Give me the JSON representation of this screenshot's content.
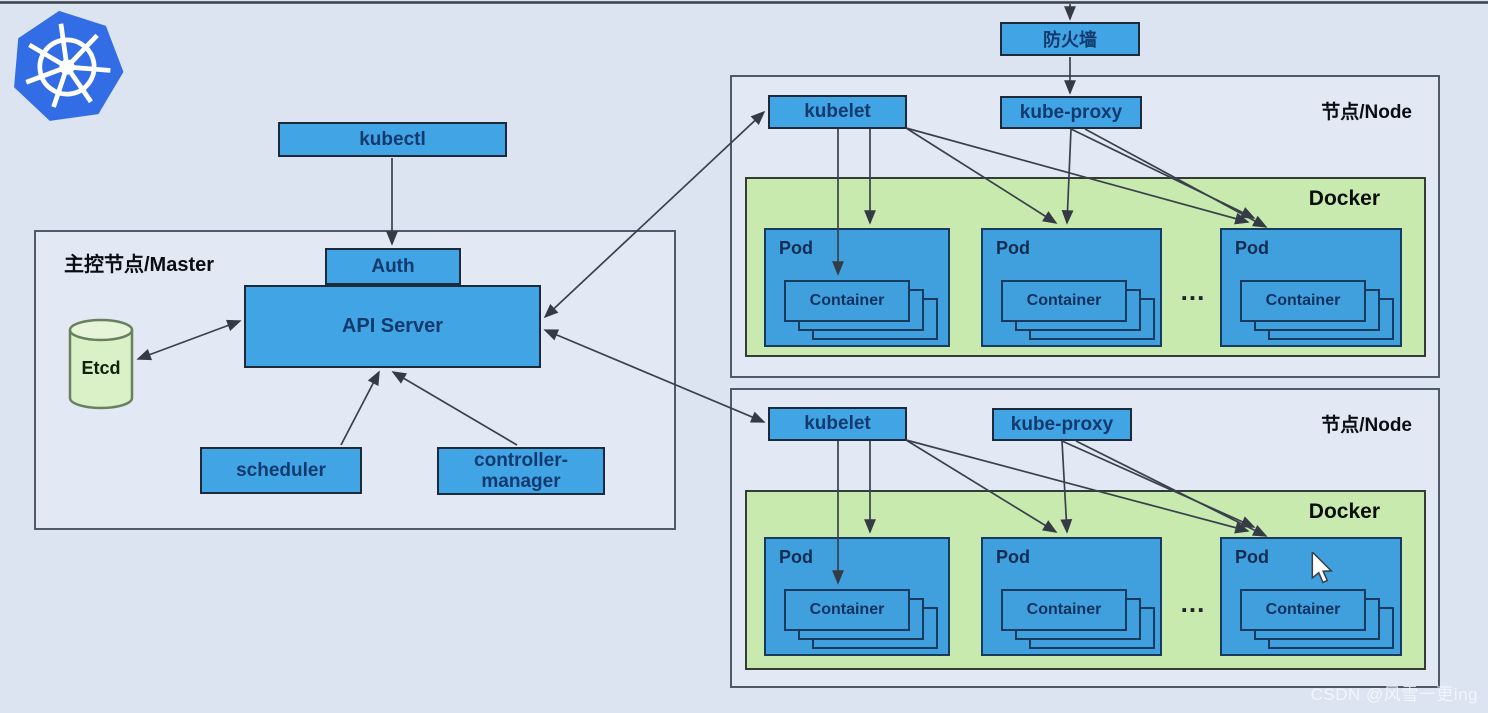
{
  "watermark": "CSDN @风雪一更ing",
  "colors": {
    "background": "#dbe4f0",
    "box_blue": "#41a4e5",
    "pod_blue": "#3fa0dd",
    "docker_green": "#c8eaae",
    "etcd_green": "#daf0c6",
    "kubernetes_blue": "#326de6",
    "border_dark": "#1d2a3a",
    "text_navy": "#123a6e"
  },
  "firewall": {
    "label": "防火墙"
  },
  "master": {
    "title": "主控节点/Master",
    "kubectl_label": "kubectl",
    "auth_label": "Auth",
    "api_server_label": "API Server",
    "etcd_label": "Etcd",
    "scheduler_label": "scheduler",
    "controller_manager_lines": [
      "controller-",
      "manager"
    ]
  },
  "nodes": [
    {
      "title": "节点/Node",
      "kubelet_label": "kubelet",
      "kube_proxy_label": "kube-proxy",
      "docker_label": "Docker",
      "ellipsis": "...",
      "pods": [
        {
          "label": "Pod",
          "container_label": "Container"
        },
        {
          "label": "Pod",
          "container_label": "Container"
        },
        {
          "label": "Pod",
          "container_label": "Container"
        }
      ]
    },
    {
      "title": "节点/Node",
      "kubelet_label": "kubelet",
      "kube_proxy_label": "kube-proxy",
      "docker_label": "Docker",
      "ellipsis": "...",
      "pods": [
        {
          "label": "Pod",
          "container_label": "Container"
        },
        {
          "label": "Pod",
          "container_label": "Container"
        },
        {
          "label": "Pod",
          "container_label": "Container"
        }
      ]
    }
  ]
}
